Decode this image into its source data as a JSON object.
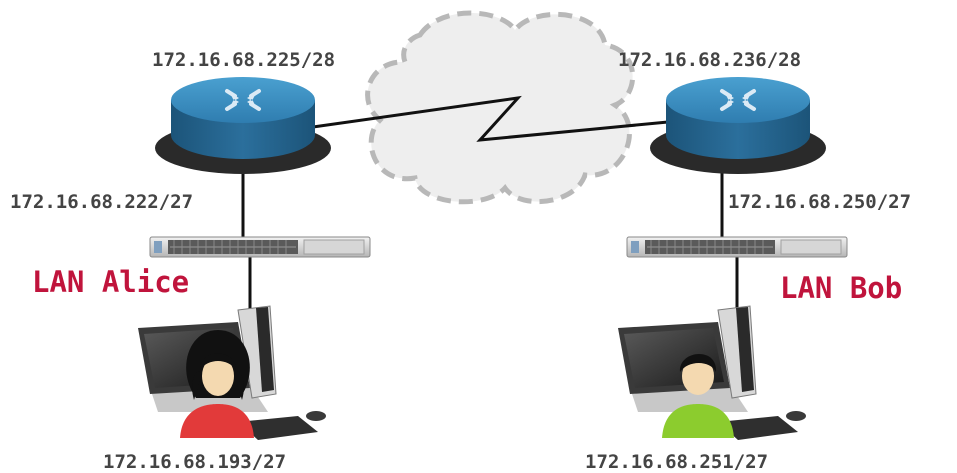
{
  "colors": {
    "lan_label": "#c0143c",
    "ip_text": "#444444",
    "router_top": "#3d8fc0",
    "router_body": "#1f5d86",
    "router_base": "#2a2a2a",
    "cloud_fill": "#eeeeee",
    "cloud_stroke": "#b8b8b8",
    "alice_shirt": "#e23a3a",
    "bob_shirt": "#8ccc2e"
  },
  "routers": {
    "left": {
      "ip": "172.16.68.225/28",
      "icon": "router-icon"
    },
    "right": {
      "ip": "172.16.68.236/28",
      "icon": "router-icon"
    }
  },
  "links": {
    "left_router_lan_ip": "172.16.68.222/27",
    "right_router_lan_ip": "172.16.68.250/27"
  },
  "lans": {
    "alice": {
      "label": "LAN Alice",
      "host_ip": "172.16.68.193/27",
      "icon": "workstation-icon"
    },
    "bob": {
      "label": "LAN Bob",
      "host_ip": "172.16.68.251/27",
      "icon": "workstation-icon"
    }
  },
  "switch_icon": "switch-icon",
  "cloud_icon": "cloud-icon"
}
